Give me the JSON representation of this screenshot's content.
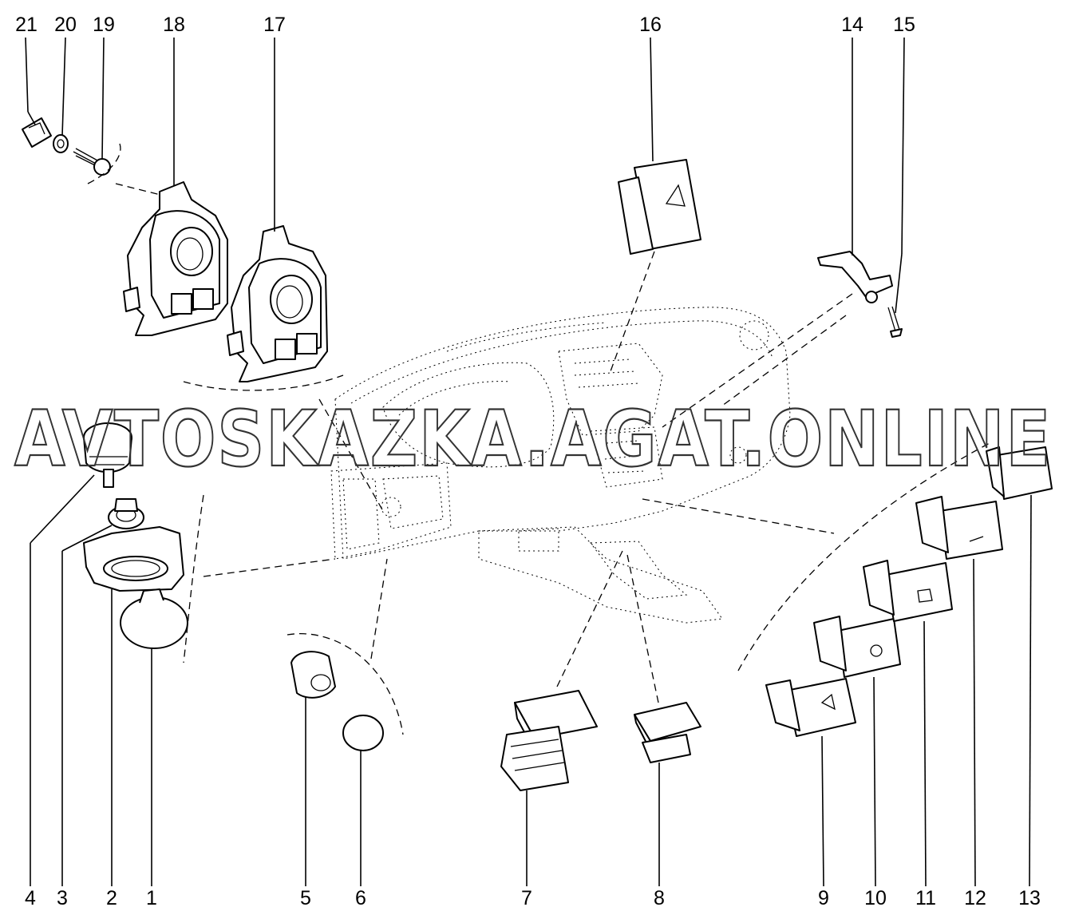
{
  "watermark": "AVTOSKAZKA.AGAT.ONLINE",
  "callouts": [
    {
      "id": "1",
      "label": "1"
    },
    {
      "id": "2",
      "label": "2"
    },
    {
      "id": "3",
      "label": "3"
    },
    {
      "id": "4",
      "label": "4"
    },
    {
      "id": "5",
      "label": "5"
    },
    {
      "id": "6",
      "label": "6"
    },
    {
      "id": "7",
      "label": "7"
    },
    {
      "id": "8",
      "label": "8"
    },
    {
      "id": "9",
      "label": "9"
    },
    {
      "id": "10",
      "label": "10"
    },
    {
      "id": "11",
      "label": "11"
    },
    {
      "id": "12",
      "label": "12"
    },
    {
      "id": "13",
      "label": "13"
    },
    {
      "id": "14",
      "label": "14"
    },
    {
      "id": "15",
      "label": "15"
    },
    {
      "id": "16",
      "label": "16"
    },
    {
      "id": "17",
      "label": "17"
    },
    {
      "id": "18",
      "label": "18"
    },
    {
      "id": "19",
      "label": "19"
    },
    {
      "id": "20",
      "label": "20"
    },
    {
      "id": "21",
      "label": "21"
    }
  ]
}
